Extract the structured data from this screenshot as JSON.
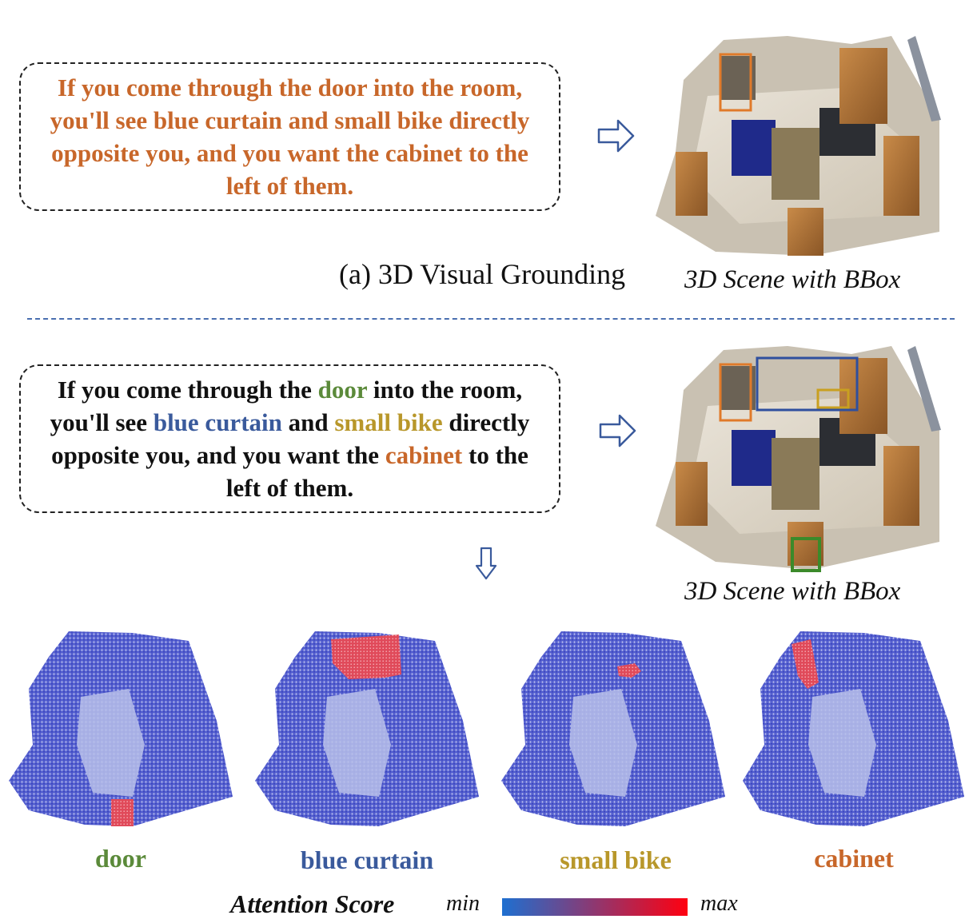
{
  "panel_a": {
    "query_text": "If you come through the door into the room, you'll see blue curtain and small bike directly opposite you, and you want the cabinet to the left of them.",
    "subtitle": "(a) 3D Visual Grounding",
    "scene_caption": "3D Scene with BBox"
  },
  "panel_b": {
    "query": {
      "t1": "If you come through the ",
      "w_door": "door",
      "t2": " into the room, you'll see ",
      "w_curtain": "blue curtain",
      "t3": " and ",
      "w_bike": "small bike",
      "t4": " directly opposite you, and you want the ",
      "w_cabinet": "cabinet",
      "t5": " to the left of them."
    },
    "scene_caption": "3D Scene with BBox"
  },
  "attention_maps": [
    {
      "label": "door",
      "color": "#5b8a3a"
    },
    {
      "label": "blue curtain",
      "color": "#3a5a9c"
    },
    {
      "label": "small bike",
      "color": "#b8972a"
    },
    {
      "label": "cabinet",
      "color": "#c8672a"
    }
  ],
  "legend": {
    "title": "Attention Score",
    "min_label": "min",
    "max_label": "max",
    "min_color": "#1e6fd0",
    "max_color": "#ff0010"
  },
  "colors": {
    "orange_text": "#c8672a",
    "door": "#5b8a3a",
    "curtain": "#3a5a9c",
    "bike": "#b8972a",
    "cabinet": "#c8672a",
    "arrow": "#3a5a9c"
  }
}
